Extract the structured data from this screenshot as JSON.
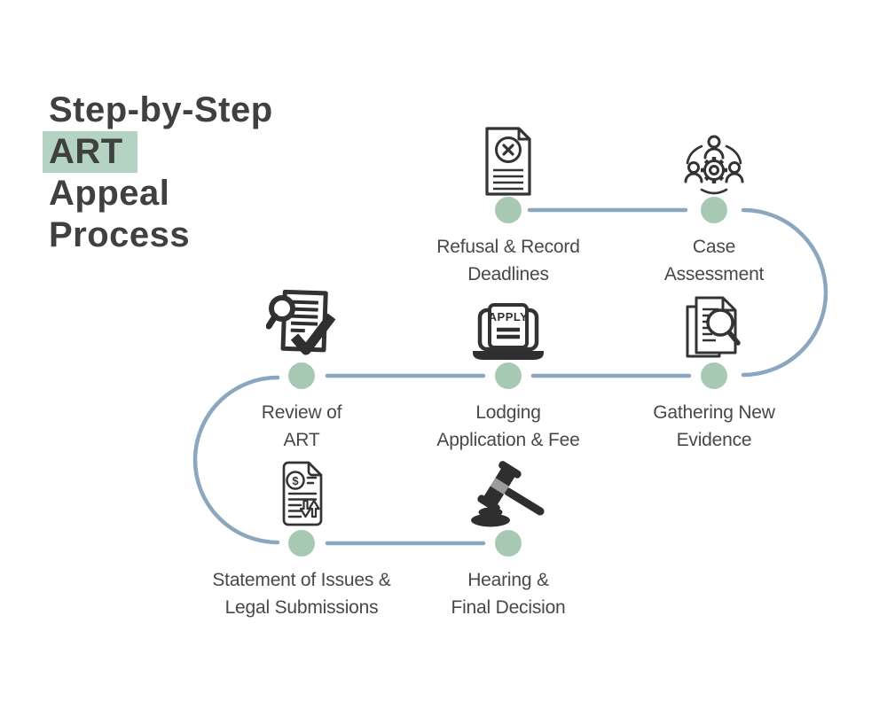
{
  "title": {
    "line1": "Step-by-Step",
    "highlight": "ART",
    "line2": "Appeal",
    "line3": "Process"
  },
  "steps": [
    {
      "id": "refusal-record-deadlines",
      "label_line1": "Refusal & Record",
      "label_line2": "Deadlines",
      "icon": "rejected-document-icon"
    },
    {
      "id": "case-assessment",
      "label_line1": "Case",
      "label_line2": "Assessment",
      "icon": "team-gear-icon"
    },
    {
      "id": "gathering-new-evidence",
      "label_line1": "Gathering New",
      "label_line2": "Evidence",
      "icon": "documents-magnifier-icon"
    },
    {
      "id": "lodging-application-fee",
      "label_line1": "Lodging",
      "label_line2": "Application & Fee",
      "icon": "laptop-apply-icon"
    },
    {
      "id": "review-of-art",
      "label_line1": "Review of",
      "label_line2": "ART",
      "icon": "document-check-icon"
    },
    {
      "id": "statement-issues-legal-submissions",
      "label_line1": "Statement of Issues &",
      "label_line2": "Legal Submissions",
      "icon": "fee-statement-icon"
    },
    {
      "id": "hearing-final-decision",
      "label_line1": "Hearing &",
      "label_line2": "Final Decision",
      "icon": "gavel-icon"
    }
  ],
  "laptop_icon_text": "APPLY",
  "fee_symbol": "$",
  "colors": {
    "background": "#ffffff",
    "title_text": "#3e4140",
    "highlight_green": "#b5d3c2",
    "dot_green": "#a7c9b3",
    "connector_blue": "#8ba6bf",
    "label_text": "#484848",
    "icon_stroke": "#333333",
    "icon_dark": "#2f2f2f",
    "gavel_band_gray": "#9b9b9b"
  }
}
